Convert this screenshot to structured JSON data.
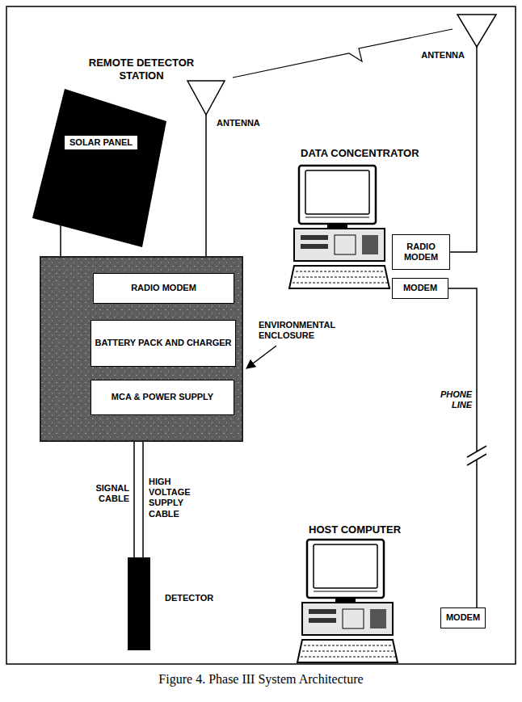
{
  "diagram": {
    "caption": "Figure 4.  Phase III System Architecture",
    "nodes": [
      {
        "text": [
          "SOLAR PANEL"
        ]
      },
      {
        "text": [
          "ENVIRONMENTAL ENCLOSURE"
        ]
      },
      {
        "text": [
          "RADIO MODEM"
        ],
        "in": 1
      },
      {
        "text": [
          "BATTERY PACK AND CHARGER"
        ],
        "in": 1
      },
      {
        "text": [
          "MCA & POWER SUPPLY"
        ],
        "in": 1
      },
      {
        "text": [
          "DETECTOR"
        ]
      },
      {
        "text": [
          "RADIO MODEM"
        ]
      },
      {
        "text": [
          "MODEM"
        ]
      },
      {
        "text": [
          "MODEM"
        ]
      }
    ],
    "edges": [
      {
        "from": 0,
        "to": 1,
        "arrow": "none"
      },
      {
        "from": 1,
        "to": 5,
        "label": "SIGNAL CABLE",
        "arrow": "none"
      },
      {
        "from": 1,
        "to": 5,
        "label": "HIGH VOLTAGE SUPPLY CABLE",
        "arrow": "none"
      },
      {
        "from": 7,
        "to": 8,
        "label": "PHONE LINE",
        "arrow": "none"
      }
    ],
    "labels": [
      "REMOTE DETECTOR STATION",
      "ANTENNA",
      "ANTENNA",
      "DATA CONCENTRATOR",
      "HOST COMPUTER"
    ]
  }
}
